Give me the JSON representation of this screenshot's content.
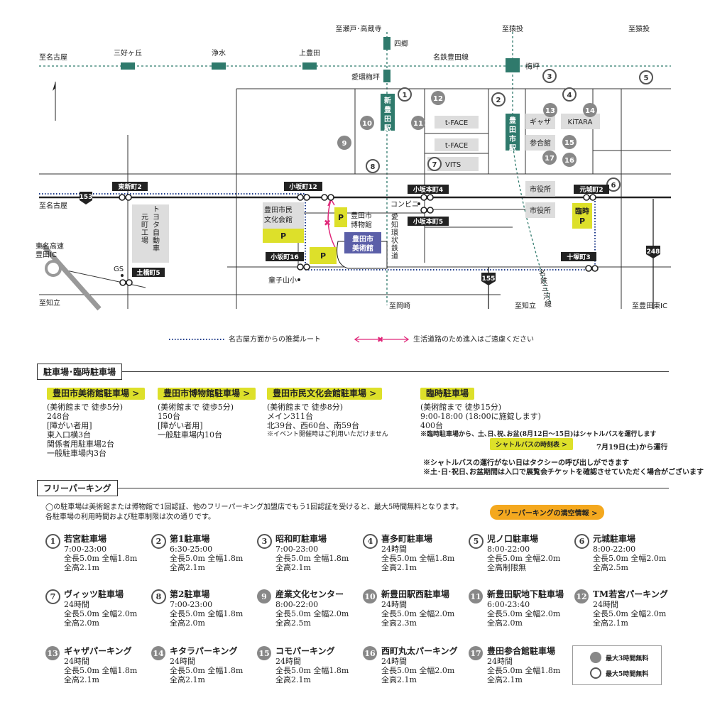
{
  "map": {
    "to_nagoya_top": "至名古屋",
    "to_seto": "至瀬戸･高蔵寺",
    "to_sanage_1": "至猿投",
    "to_sanage_2": "至猿投",
    "stations": {
      "miyoshigaoka": "三好ヶ丘",
      "josui": "浄水",
      "uwatoyota": "上豊田",
      "shigo": "四郷",
      "aikan_umetsubo": "愛環梅坪",
      "umetsubo": "梅坪",
      "shin_toyota": "新豊田駅",
      "toyotashi": "豊田市駅"
    },
    "meitetsu_line": "名鉄豊田線",
    "meitetsu_mikawa": "名鉄三河線",
    "aikan_line": "愛知環状鉄道",
    "intersections": {
      "higashishinmachi2": "東新町2",
      "kosakacho12": "小坂町12",
      "kosakahonmachi4": "小坂本町4",
      "kosakahonmachi5": "小坂本町5",
      "kosakacho16": "小坂町16",
      "motoshiromachi2": "元城町2",
      "jikkachō3": "十塚町3",
      "dobashicho5": "土橋町5"
    },
    "to_nagoya_left": "至名古屋",
    "to_chiryu_left": "至知立",
    "to_okazaki": "至岡崎",
    "to_chiryu_mid": "至知立",
    "to_toyota_higashi": "至豊田東IC",
    "tomei": "東名高速\n豊田IC",
    "gs": "GS",
    "toyota_plant": "トヨタ自動車元町工場",
    "buildings": {
      "tface1": "t-FACE",
      "tface2": "t-FACE",
      "vits": "VITS",
      "gyaza": "ギャザ",
      "kitara": "KiTARA",
      "sangokan": "参合館",
      "shiyakusho1": "市役所",
      "shiyakusho2": "市役所",
      "bunka_kaikan": "豊田市民\n文化会館",
      "hakubutsukan": "豊田市\n博物館",
      "bijutsukan": "豊田市\n美術館",
      "konbini": "コンビニ",
      "dojiyama": "童子山小",
      "rinji": "臨時\nP"
    },
    "routes": {
      "r153": "153",
      "r155": "155",
      "r248": "248"
    },
    "legend_route": "名古屋方面からの推奨ルート",
    "legend_no_entry": "生活道路のため進入はご遠慮ください"
  },
  "parking": {
    "heading": "駐車場･臨時駐車場",
    "lots": [
      {
        "title": "豊田市美術館駐車場 >",
        "lines": [
          "(美術館まで 徒歩5分)",
          "248台",
          "[障がい者用]",
          "東入口横3台",
          "関係者用駐車場2台",
          "一般駐車場内3台"
        ]
      },
      {
        "title": "豊田市博物館駐車場 >",
        "lines": [
          "(美術館まで 徒歩5分)",
          "150台",
          "[障がい者用]",
          "一般駐車場内10台"
        ]
      },
      {
        "title": "豊田市民文化会館駐車場 >",
        "lines": [
          "(美術館まで 徒歩8分)",
          "メイン311台",
          "北39台、西60台、南59台",
          "※イベント開催時はご利用いただけません"
        ]
      },
      {
        "title": "臨時駐車場",
        "lines": [
          "(美術館まで 徒歩15分)",
          "9:00-18:00 (18:00に施錠します)",
          "400台",
          "※臨時駐車場から、土､日､祝､お盆(8月12日〜15日)はシャトルバスを運行します"
        ]
      }
    ],
    "shuttle_button": "シャトルバスの時刻表 >",
    "shuttle_start": "7月19日(土)から運行",
    "note1": "※シャトルバスの運行がない日はタクシーの呼び出しができます",
    "note2": "※土･日･祝日､お盆期間は入口で展覧会チケットを確認させていただく場合がございます"
  },
  "free_parking": {
    "heading": "フリーパーキング",
    "intro1": "◯の駐車場は美術館または博物館で1回認証、他のフリーパーキング加盟店でもう1回認証を受けると、最大5時間無料となります。",
    "intro2": "各駐車場の利用時間および駐車制限は次の通りです。",
    "status_button": "フリーパーキングの満空情報 >",
    "lots": [
      {
        "num": "1",
        "type": "o",
        "name": "若宮駐車場",
        "lines": [
          "7:00-23:00",
          "全長5.0m 全幅1.8m",
          "全高2.1m"
        ]
      },
      {
        "num": "2",
        "type": "o",
        "name": "第1駐車場",
        "lines": [
          "6:30-25:00",
          "全長5.0m 全幅1.8m",
          "全高2.1m"
        ]
      },
      {
        "num": "3",
        "type": "o",
        "name": "昭和町駐車場",
        "lines": [
          "7:00-23:00",
          "全長5.0m 全幅1.8m",
          "全高2.1m"
        ]
      },
      {
        "num": "4",
        "type": "o",
        "name": "喜多町駐車場",
        "lines": [
          "24時間",
          "全長5.0m 全幅1.8m",
          "全高2.1m"
        ]
      },
      {
        "num": "5",
        "type": "o",
        "name": "児ノ口駐車場",
        "lines": [
          "8:00-22:00",
          "全長5.0m 全幅2.0m",
          "全高制限無"
        ]
      },
      {
        "num": "6",
        "type": "o",
        "name": "元城駐車場",
        "lines": [
          "8:00-22:00",
          "全長5.0m 全幅2.0m",
          "全高2.5m"
        ]
      },
      {
        "num": "7",
        "type": "o",
        "name": "ヴィッツ駐車場",
        "lines": [
          "24時間",
          "全長5.0m 全幅2.0m",
          "全高2.0m"
        ]
      },
      {
        "num": "8",
        "type": "o",
        "name": "第2駐車場",
        "lines": [
          "7:00-23:00",
          "全長5.0m 全幅1.8m",
          "全高2.0m"
        ]
      },
      {
        "num": "9",
        "type": "f",
        "name": "産業文化センター",
        "lines": [
          "8:00-22:00",
          "全長5.0m 全幅2.0m",
          "全高2.5m"
        ]
      },
      {
        "num": "10",
        "type": "f",
        "name": "新豊田駅西駐車場",
        "lines": [
          "24時間",
          "全長5.0m 全幅2.0m",
          "全高2.3m"
        ]
      },
      {
        "num": "11",
        "type": "f",
        "name": "新豊田駅地下駐車場",
        "lines": [
          "6:00-23:40",
          "全長5.0m 全幅2.0m",
          "全高2.0m"
        ]
      },
      {
        "num": "12",
        "type": "f",
        "name": "TM若宮パーキング",
        "lines": [
          "24時間",
          "全長5.0m 全幅2.0m",
          "全高2.1m"
        ]
      },
      {
        "num": "13",
        "type": "f",
        "name": "ギャザパーキング",
        "lines": [
          "24時間",
          "全長5.0m 全幅1.8m",
          "全高2.1m"
        ]
      },
      {
        "num": "14",
        "type": "f",
        "name": "キタラパーキング",
        "lines": [
          "24時間",
          "全長5.0m 全幅1.8m",
          "全高2.1m"
        ]
      },
      {
        "num": "15",
        "type": "f",
        "name": "コモパーキング",
        "lines": [
          "24時間",
          "全長5.0m 全幅1.8m",
          "全高2.1m"
        ]
      },
      {
        "num": "16",
        "type": "f",
        "name": "西町丸太パーキング",
        "lines": [
          "24時間",
          "全長5.0m 全幅2.0m",
          "全高2.1m"
        ]
      },
      {
        "num": "17",
        "type": "f",
        "name": "豊田参合館駐車場",
        "lines": [
          "24時間",
          "全長5.0m 全幅1.8m",
          "全高2.1m"
        ]
      }
    ],
    "legend_filled": "最大3時間無料",
    "legend_outline": "最大5時間無料"
  },
  "colors": {
    "station": "#2f7a6c",
    "rail": "#2f7a6c",
    "road": "#222222",
    "route": "#1d3a8a",
    "no_entry": "#e0287a",
    "parking": "#dde02a",
    "museum": "#5b5fa8",
    "orange": "#f4a81e"
  }
}
